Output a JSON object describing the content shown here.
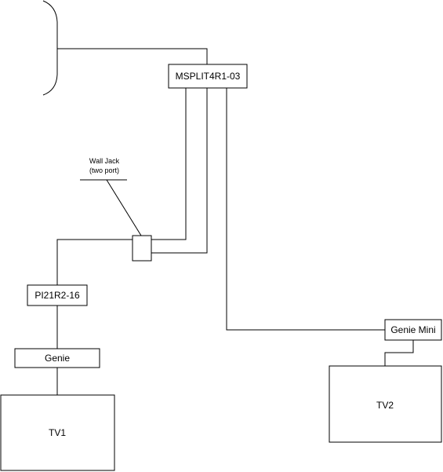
{
  "nodes": {
    "splitter": {
      "label": "MSPLIT4R1-03"
    },
    "wall_jack": {
      "label_line1": "Wall Jack",
      "label_line2": "(two port)"
    },
    "power_inserter": {
      "label": "PI21R2-16"
    },
    "genie": {
      "label": "Genie"
    },
    "genie_mini": {
      "label": "Genie Mini"
    },
    "tv1": {
      "label": "TV1"
    },
    "tv2": {
      "label": "TV2"
    }
  },
  "colors": {
    "line": "#000000",
    "background": "#ffffff"
  }
}
